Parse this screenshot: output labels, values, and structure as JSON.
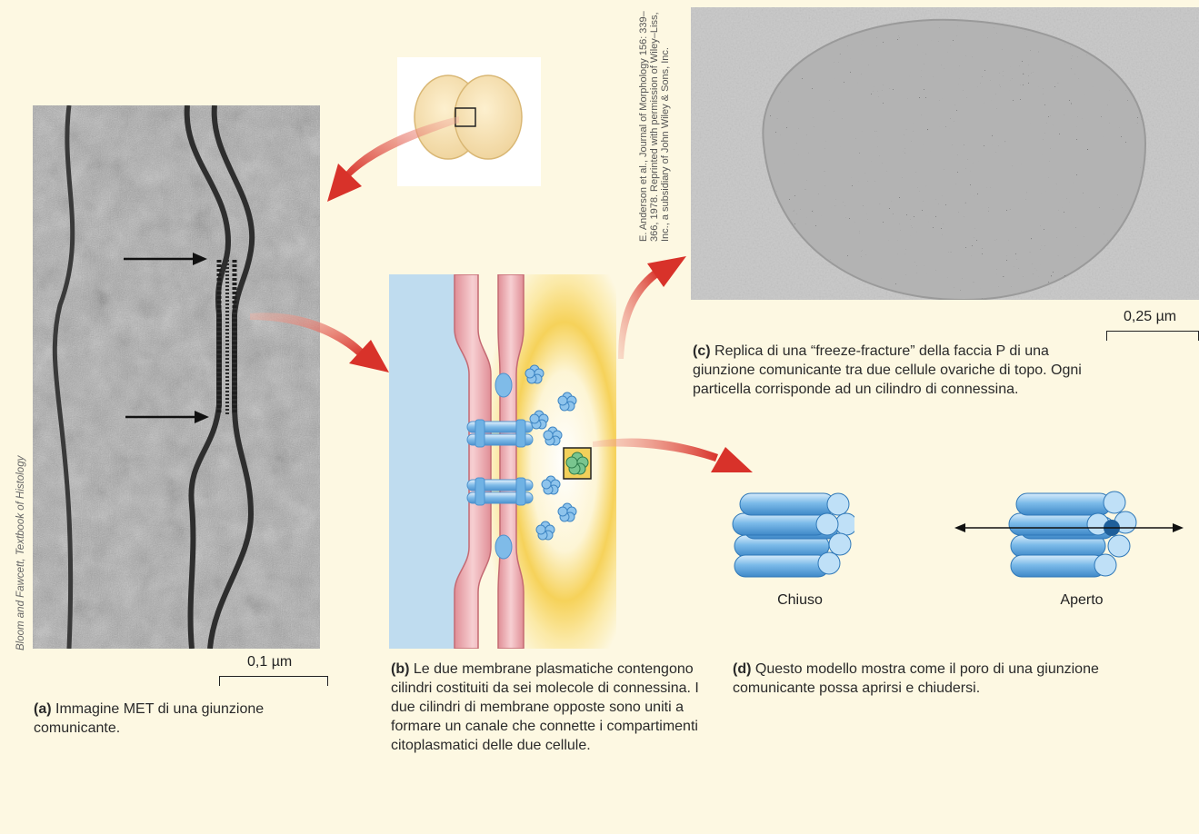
{
  "panel_a": {
    "caption_letter": "(a)",
    "caption_text": "Immagine MET di una giunzione comunicante.",
    "scale_label": "0,1 µm",
    "credit": "Bloom and Fawcett, Textbook of Histology"
  },
  "panel_b": {
    "caption_letter": "(b)",
    "caption_text": "Le due membrane plasmatiche contengono cilindri costituiti da sei molecole di connessina. I due cilindri di membrane opposte sono uniti a formare un canale che connette i compartimenti citoplasmatici delle due cellule."
  },
  "panel_c": {
    "caption_letter": "(c)",
    "caption_text": "Replica di una “freeze-fracture” della faccia P di una giunzione comunicante tra due cellule ovariche di topo. Ogni particella corrisponde ad un cilindro di connessina.",
    "scale_label": "0,25 µm",
    "credit": "E. Anderson et al., Journal of Morphology 156: 339–366, 1978. Reprinted with permission of Wiley–Liss, Inc., a subsidiary of John Wiley & Sons, Inc."
  },
  "panel_d": {
    "caption_letter": "(d)",
    "caption_text": "Questo modello mostra come il poro di una giunzione comunicante possa aprirsi e chiudersi.",
    "closed_label": "Chiuso",
    "open_label": "Aperto"
  },
  "colors": {
    "background": "#fdf8e2",
    "arrow_red": "#d8322a",
    "connexin_blue": "#6fb2e4",
    "membrane_pink": "#e9a3a8",
    "cytoplasm_left": "#bfdcef",
    "glow_yellow": "#f6d25a"
  }
}
